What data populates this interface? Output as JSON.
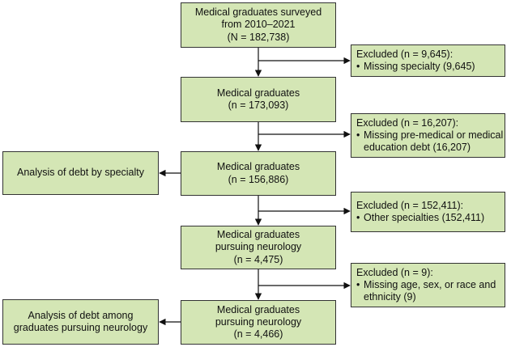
{
  "boxes": {
    "b1": [
      "Medical graduates surveyed",
      "from 2010–2021",
      "(N = 182,738)"
    ],
    "b2": [
      "Medical graduates",
      "(n = 173,093)"
    ],
    "b3": [
      "Medical graduates",
      "(n = 156,886)"
    ],
    "b4": [
      "Medical graduates",
      "pursuing neurology",
      "(n = 4,475)"
    ],
    "b5": [
      "Medical graduates",
      "pursuing neurology",
      "(n = 4,466)"
    ]
  },
  "excluded": {
    "e1": {
      "title": "Excluded (n = 9,645):",
      "bullet": [
        "Missing specialty (9,645)"
      ]
    },
    "e2": {
      "title": "Excluded (n = 16,207):",
      "bullet": [
        "Missing pre-medical or medical",
        "education debt (16,207)"
      ]
    },
    "e3": {
      "title": "Excluded (n = 152,411):",
      "bullet": [
        "Other specialties (152,411)"
      ]
    },
    "e4": {
      "title": "Excluded (n = 9):",
      "bullet": [
        "Missing age, sex, or race and",
        "ethnicity (9)"
      ]
    }
  },
  "analysis": {
    "a1": [
      "Analysis of debt by specialty"
    ],
    "a2": [
      "Analysis of debt among",
      "graduates pursuing neurology"
    ]
  },
  "bullet_char": "•",
  "colors": {
    "box_fill": "#d4e6b5",
    "border": "#333333",
    "arrow": "#111111"
  }
}
